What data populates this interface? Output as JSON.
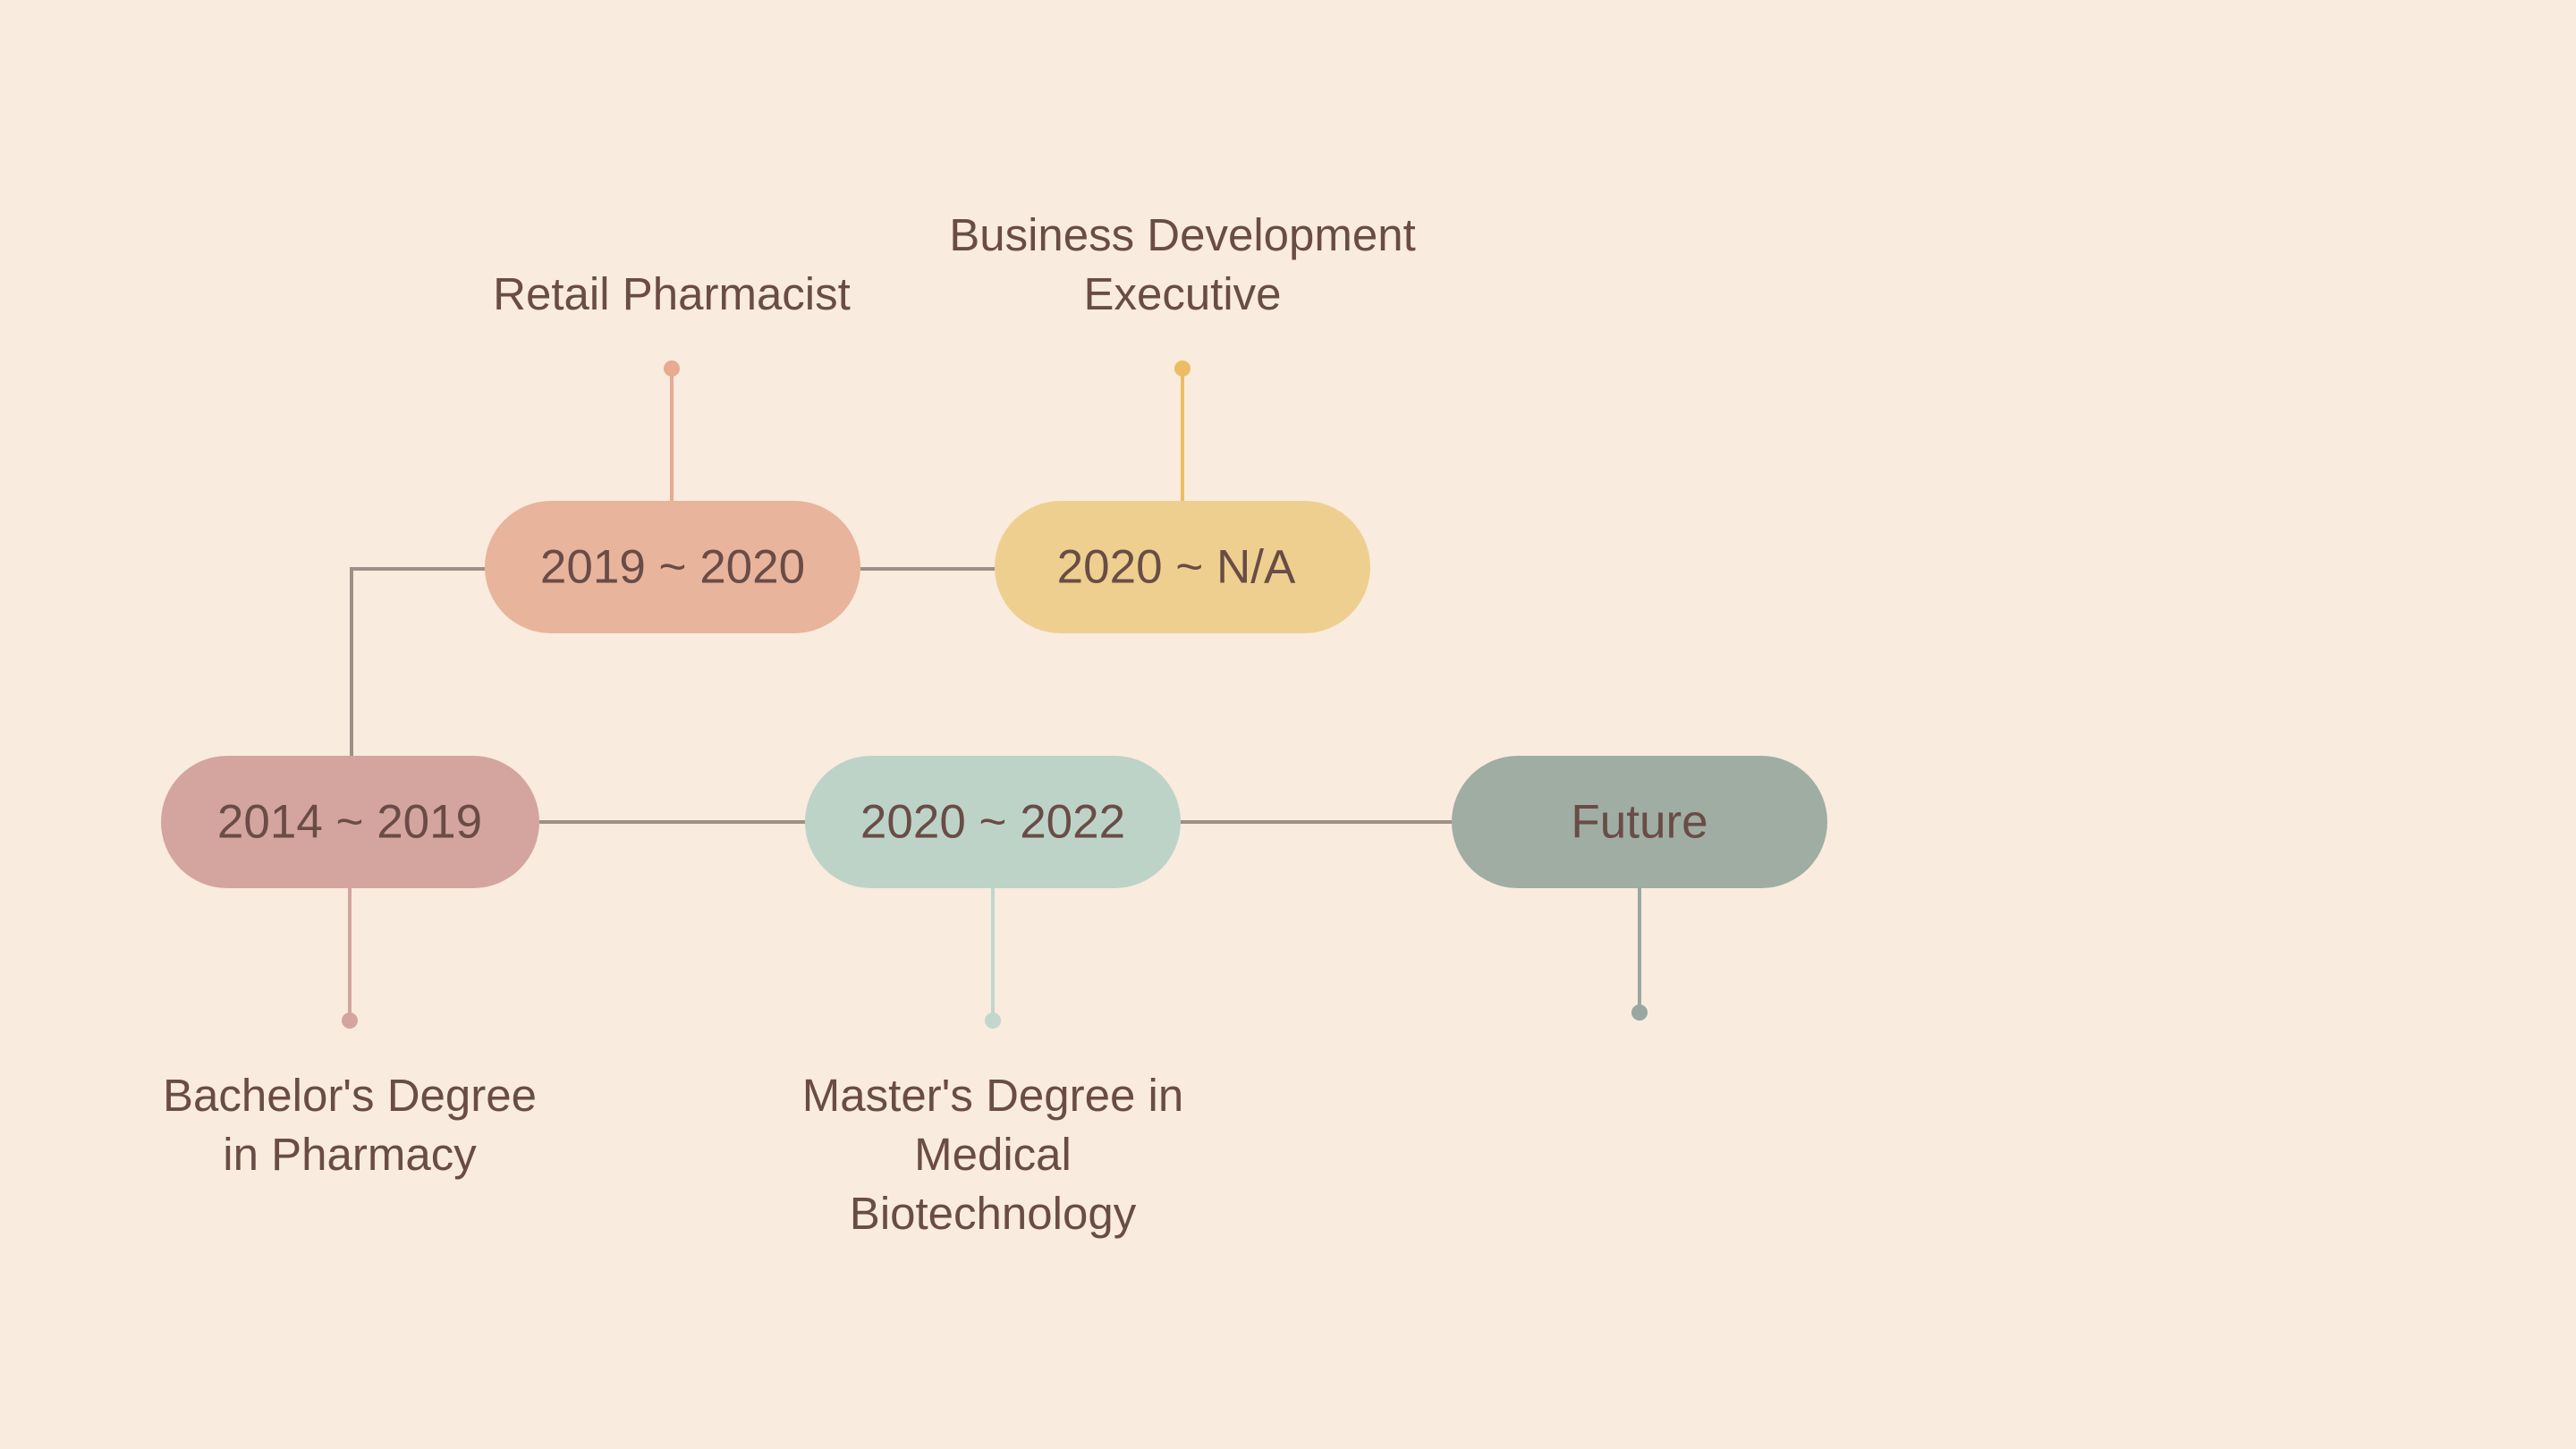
{
  "timeline": {
    "nodes": [
      {
        "id": "bachelor",
        "period": "2014 ~ 2019",
        "color": "#d4a49f",
        "label_lines": [
          "Bachelor's Degree",
          "in Pharmacy"
        ]
      },
      {
        "id": "retail",
        "period": "2019 ~ 2020",
        "color": "#e8b49c",
        "stem_color": "#e8aa90",
        "label_lines": [
          "Retail Pharmacist"
        ]
      },
      {
        "id": "bizdev",
        "period": "2020 ~ N/A",
        "color": "#eecf8f",
        "stem_color": "#ecbd64",
        "label_lines": [
          "Business Development",
          "Executive"
        ]
      },
      {
        "id": "master",
        "period": "2020 ~ 2022",
        "color": "#bdd3c7",
        "stem_color": "#c3d6cb",
        "label_lines": [
          "Master's Degree in",
          "Medical",
          "Biotechnology"
        ]
      },
      {
        "id": "future",
        "period": "Future",
        "color": "#9fada3",
        "stem_color": "#98a8a0",
        "label_lines": []
      }
    ],
    "connector_color": "#a08f88",
    "text_color": "#6a4c46",
    "background": "#f9ebdd"
  }
}
